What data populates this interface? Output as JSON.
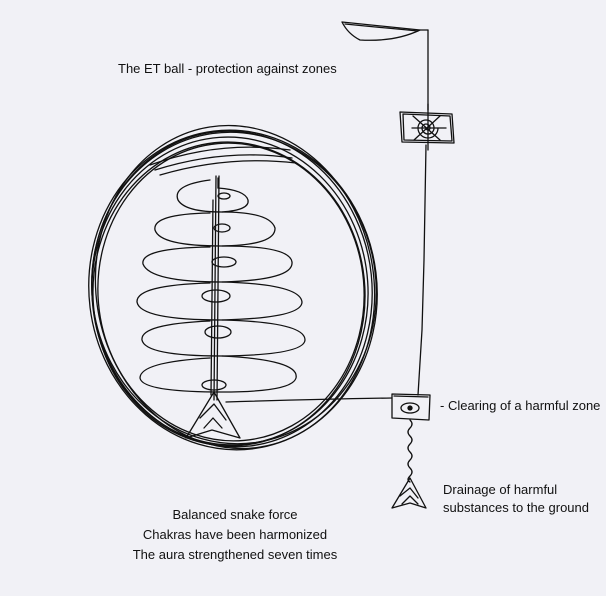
{
  "labels": {
    "title": "The ET ball - protection against zones",
    "clearing": "- Clearing of a harmful zone",
    "drainage_line1": "Drainage of harmful",
    "drainage_line2": "substances to the ground"
  },
  "caption": [
    "Balanced snake force",
    "Chakras have been harmonized",
    "The aura strengthened seven times"
  ],
  "colors": {
    "background": "#f1f1f6",
    "ink": "#111111"
  },
  "icons": {
    "pendulum": "pendulum-icon",
    "spiral_box": "spiral-box-icon",
    "eye_box": "eye-box-icon",
    "triangle_symbol": "triangle-symbol-icon"
  }
}
